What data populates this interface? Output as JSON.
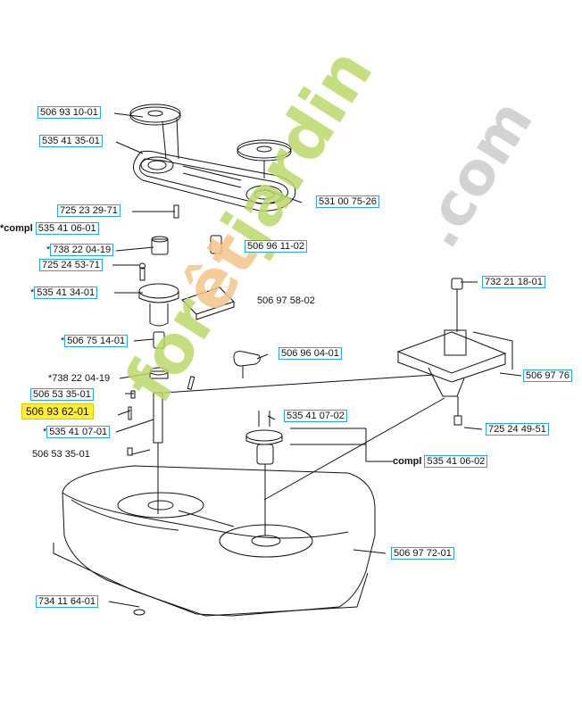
{
  "labels": {
    "l1": "506 93 10-01",
    "l2": "535 41 35-01",
    "l3": "531 00 75-26",
    "l4": "725 23 29-71",
    "l5_prefix": "*compl",
    "l5": "535 41 06-01",
    "l6_star": "*",
    "l6": "738 22 04-19",
    "l7": "506 96 11-02",
    "l8": "725 24 53-71",
    "l9_star": "*",
    "l9": "535 41 34-01",
    "l10": "506 97 58-02",
    "l11_star": "*",
    "l11": "506 75 14-01",
    "l12": "506 96 04-01",
    "l13": "*738 22 04-19",
    "l14": "506 53 35-01",
    "l15": "506 93 62-01",
    "l16_star": "*",
    "l16": "535 41 07-01",
    "l17": "535 41 07-02",
    "l18": "506 53 35-01",
    "l19_prefix": "compl",
    "l19": "535 41 06-02",
    "l20": "732 21 18-01",
    "l21": "506 97 76",
    "l22": "725 24 49-51",
    "l23": "506 97 72-01",
    "l24": "734 11 64-01"
  },
  "watermark": {
    "main": "forêtjardin",
    "tld": ".com",
    "green": "#bcd96a",
    "orange": "#f4c58a",
    "grey": "#cfcfcf"
  },
  "colors": {
    "label_border": "#2aa7d8",
    "highlight": "#ffee33"
  }
}
